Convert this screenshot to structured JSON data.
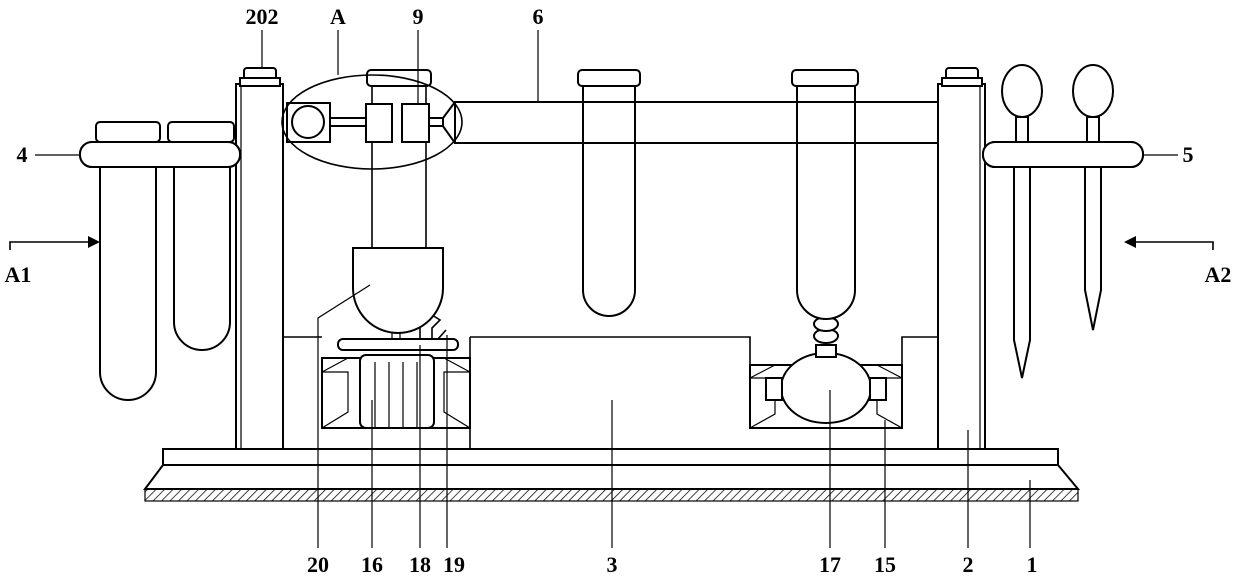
{
  "labels": {
    "l202": "202",
    "lA": "A",
    "l9": "9",
    "l6": "6",
    "l4": "4",
    "l5": "5",
    "lA1": "A1",
    "lA2": "A2",
    "l20": "20",
    "l16": "16",
    "l18": "18",
    "l19": "19",
    "l3": "3",
    "l17": "17",
    "l15": "15",
    "l2": "2",
    "l1": "1"
  },
  "colors": {
    "line": "#000000",
    "background": "#ffffff"
  }
}
